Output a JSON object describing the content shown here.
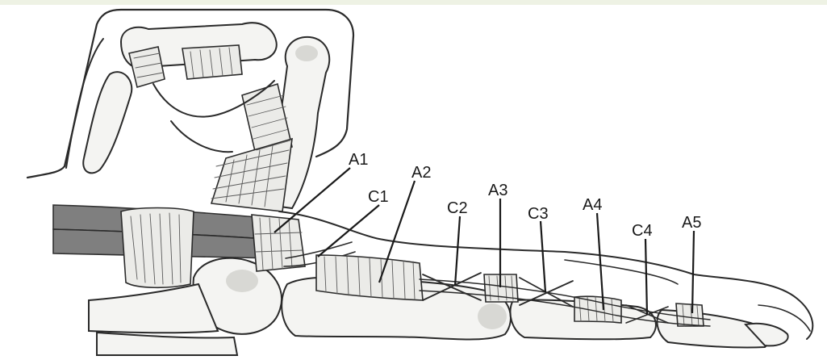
{
  "diagram": {
    "labels": [
      {
        "id": "A1",
        "text": "A1"
      },
      {
        "id": "C1",
        "text": "C1"
      },
      {
        "id": "A2",
        "text": "A2"
      },
      {
        "id": "C2",
        "text": "C2"
      },
      {
        "id": "A3",
        "text": "A3"
      },
      {
        "id": "C3",
        "text": "C3"
      },
      {
        "id": "A4",
        "text": "A4"
      },
      {
        "id": "C4",
        "text": "C4"
      },
      {
        "id": "A5",
        "text": "A5"
      }
    ]
  }
}
